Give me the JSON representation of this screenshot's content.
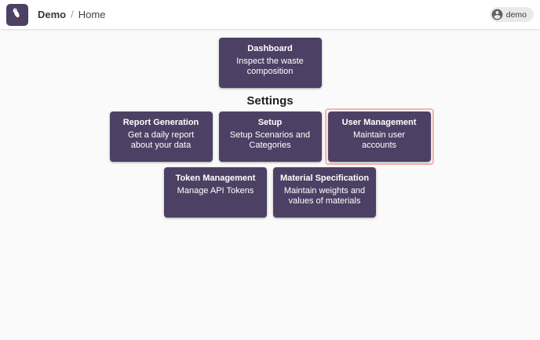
{
  "header": {
    "breadcrumb": {
      "app": "Demo",
      "separator": "/",
      "page": "Home"
    },
    "user_chip": {
      "label": "demo",
      "icon": "person-circle-icon"
    },
    "logo_icon": "parrot-logo-icon"
  },
  "main": {
    "settings_heading": "Settings",
    "cards": {
      "dashboard": {
        "title": "Dashboard",
        "subtitle": "Inspect the waste composition"
      },
      "report": {
        "title": "Report Generation",
        "subtitle": "Get a daily report about your data"
      },
      "setup": {
        "title": "Setup",
        "subtitle": "Setup Scenarios and Categories"
      },
      "user_management": {
        "title": "User Management",
        "subtitle": "Maintain user accounts",
        "highlighted": true
      },
      "token": {
        "title": "Token Management",
        "subtitle": "Manage API Tokens"
      },
      "material": {
        "title": "Material Specification",
        "subtitle": "Maintain weights and values of materials"
      }
    }
  },
  "colors": {
    "card_purple": "#4c4164",
    "highlight_border": "#f5b5b1",
    "page_background": "#fafafa",
    "header_background": "#ffffff",
    "logo_tail_red": "#b5123f",
    "chip_background": "#eaeaea"
  }
}
